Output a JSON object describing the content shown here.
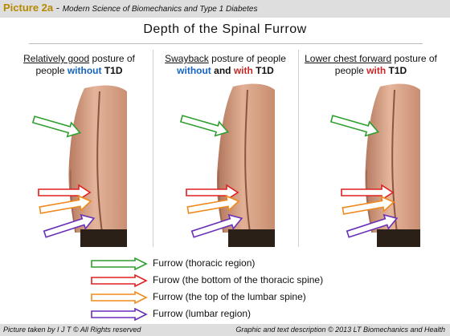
{
  "header": {
    "picture_label": "Picture 2a",
    "dash": " - ",
    "subtitle": "Modern Science of Biomechanics and Type 1 Diabetes"
  },
  "title": "Depth of the Spinal Furrow",
  "panels": [
    {
      "caption_u": "Relatively good",
      "caption_1": " posture of",
      "caption_2": "people ",
      "caption_blue": "without",
      "caption_bold": " T1D"
    },
    {
      "caption_u": "Swayback",
      "caption_1": " posture of people",
      "caption_blue": "without",
      "caption_and": " and ",
      "caption_red": "with",
      "caption_bold": " T1D"
    },
    {
      "caption_u": "Lower chest forward",
      "caption_1": " posture of",
      "caption_2": "people ",
      "caption_red": "with",
      "caption_bold": " T1D"
    }
  ],
  "legend": [
    {
      "label": "Furrow (thoracic region)",
      "color": "#2e9e2e"
    },
    {
      "label": "Furow (the bottom of the thoracic spine)",
      "color": "#e02020"
    },
    {
      "label": "Furrow (the top of the lumbar spine)",
      "color": "#f08a1c"
    },
    {
      "label": "Furrow (lumbar region)",
      "color": "#6a2fb8"
    }
  ],
  "footer": {
    "left": "Picture taken by I J T © All Rights reserved",
    "right": "Graphic and text description © 2013 LT Biomechanics and Health"
  },
  "colors": {
    "green": "#2e9e2e",
    "red": "#e02020",
    "orange": "#f08a1c",
    "purple": "#6a2fb8",
    "blue_text": "#1565c0",
    "red_text": "#c62828",
    "skin": "#d9a489",
    "skin_shadow": "#a86f56"
  }
}
